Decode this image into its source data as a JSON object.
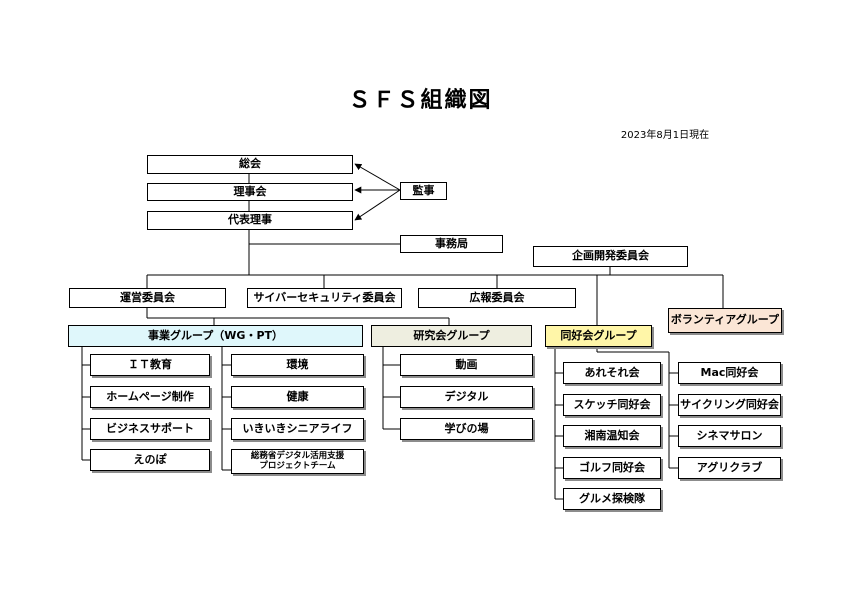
{
  "title": "ＳＦＳ組織図",
  "date": "2023年8月1日現在",
  "colors": {
    "jigyo_group": "#dff7fb",
    "kenkyukai_group": "#eeeee0",
    "dokokai_group": "#fff6a8",
    "volunteer_group": "#fbe6d6"
  },
  "top": {
    "sokai": "総会",
    "rijikai": "理事会",
    "daihyo": "代表理事",
    "kanji": "監事",
    "jimukyoku": "事務局",
    "kikaku": "企画開発委員会"
  },
  "committees": {
    "unei": "運営委員会",
    "cyber": "サイバーセキュリティ委員会",
    "koho": "広報委員会"
  },
  "groups": {
    "jigyo": "事業グループ（WG・PT）",
    "kenkyukai": "研究会グループ",
    "dokokai": "同好会グループ",
    "volunteer": "ボランティアグループ"
  },
  "jigyo_col1": [
    "ＩＴ教育",
    "ホームページ制作",
    "ビジネスサポート",
    "えのぽ"
  ],
  "jigyo_col2": [
    "環境",
    "健康",
    "いきいきシニアライフ"
  ],
  "jigyo_col2_last": [
    "総務省デジタル活用支援",
    "プロジェクトチーム"
  ],
  "kenkyukai_items": [
    "動画",
    "デジタル",
    "学びの場"
  ],
  "dokokai_col1": [
    "あれそれ会",
    "スケッチ同好会",
    "湘南温知会",
    "ゴルフ同好会",
    "グルメ探検隊"
  ],
  "dokokai_col2": [
    "Mac同好会",
    "サイクリング同好会",
    "シネマサロン",
    "アグリクラブ"
  ]
}
